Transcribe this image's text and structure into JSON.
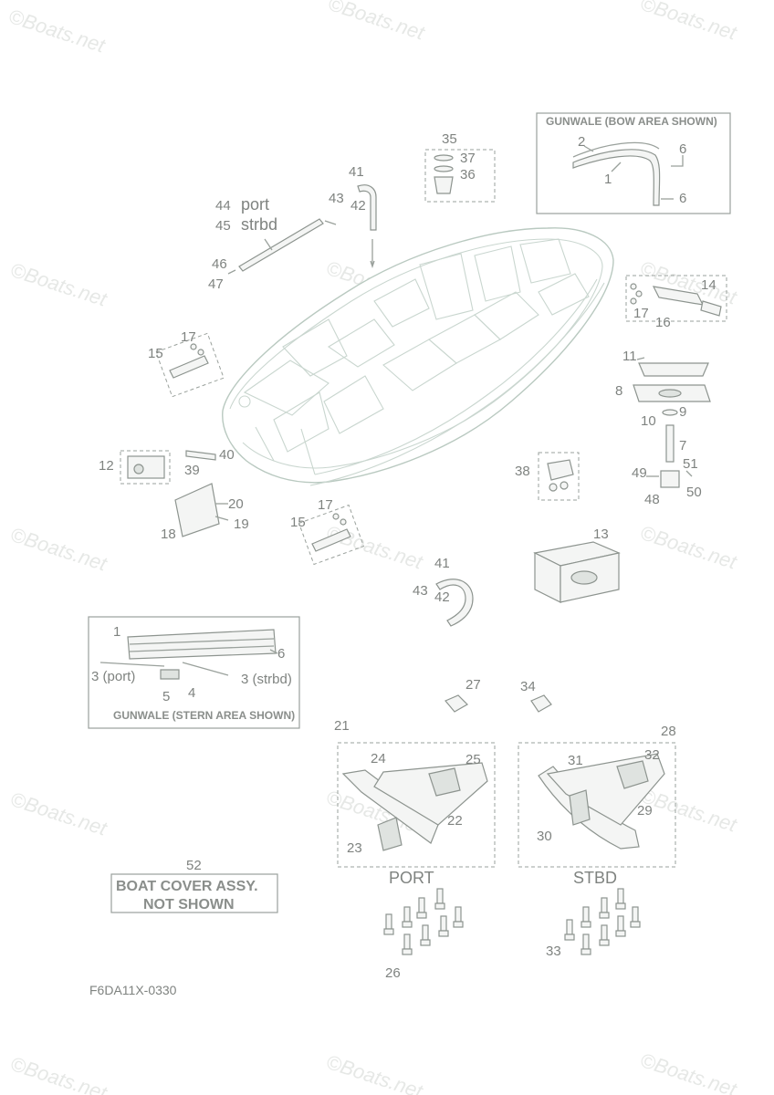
{
  "watermark": "©Boats.net",
  "diagram_code": "F6DA11X-0330",
  "bow_box": {
    "title": "GUNWALE (BOW AREA SHOWN)",
    "labels": [
      "2",
      "6",
      "1",
      "6"
    ]
  },
  "stern_box": {
    "title": "GUNWALE (STERN AREA SHOWN)",
    "labels": [
      "1",
      "6",
      "3 (port)",
      "3 (strbd)",
      "5",
      "4"
    ]
  },
  "rail_labels": {
    "n44": "44",
    "port": "port",
    "n45": "45",
    "strbd": "strbd",
    "n46": "46",
    "n47": "47"
  },
  "grab_top": [
    "41",
    "43",
    "42"
  ],
  "grab_mid": [
    "41",
    "43",
    "42"
  ],
  "cup": [
    "35",
    "37",
    "36"
  ],
  "hinge_right": [
    "14",
    "17",
    "16"
  ],
  "hinge_left_top": [
    "15",
    "17"
  ],
  "hinge_left_mid": [
    "15",
    "17"
  ],
  "right_stack": [
    "11",
    "8",
    "10",
    "9",
    "7",
    "49",
    "51",
    "48",
    "50"
  ],
  "left_parts": [
    "12",
    "40",
    "39",
    "20",
    "18",
    "19"
  ],
  "part38": "38",
  "part13": "13",
  "part27": "27",
  "part34": "34",
  "port_assy": {
    "numbers": [
      "21",
      "24",
      "25",
      "22",
      "23"
    ],
    "side": "PORT",
    "bolts": "26"
  },
  "stbd_assy": {
    "numbers": [
      "28",
      "31",
      "32",
      "29",
      "30"
    ],
    "side": "STBD",
    "bolts": "33"
  },
  "cover": {
    "number": "52",
    "line1": "BOAT COVER ASSY.",
    "line2": "NOT SHOWN"
  },
  "colors": {
    "line": "#9aa19c",
    "text": "#7f8380",
    "hull": "#b9c9c0",
    "watermark": "#e6e8e6"
  }
}
